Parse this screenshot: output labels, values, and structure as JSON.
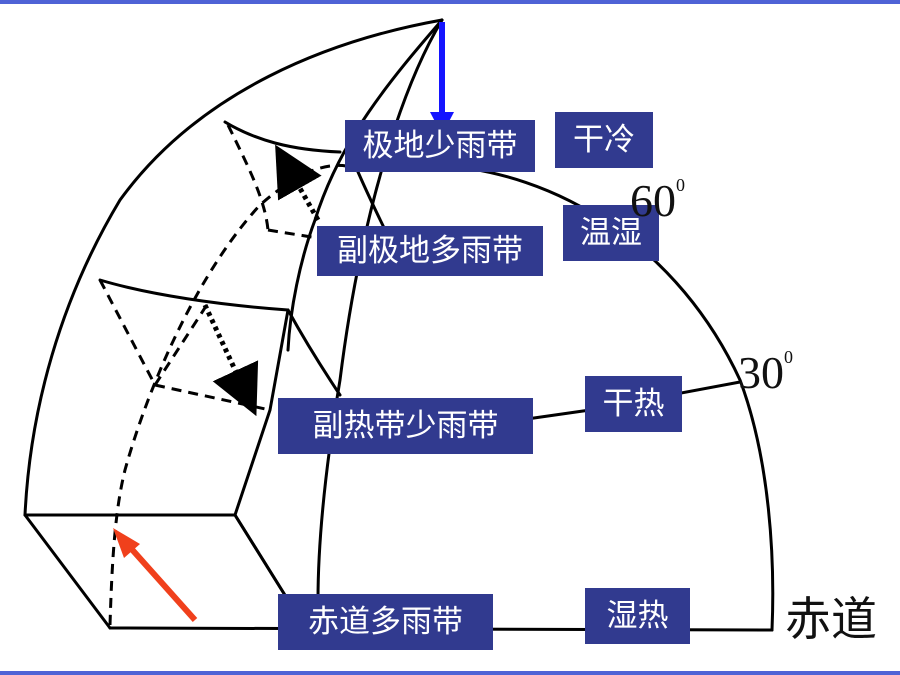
{
  "zones": [
    {
      "name": "极地少雨带",
      "climate": "干冷"
    },
    {
      "name": "副极地多雨带",
      "climate": "温湿"
    },
    {
      "name": "副热带少雨带",
      "climate": "干热"
    },
    {
      "name": "赤道多雨带",
      "climate": "湿热"
    }
  ],
  "latitudes": [
    "60",
    "30"
  ],
  "degree_mark": "0",
  "equator_label": "赤道",
  "colors": {
    "label_bg": "#313a8f",
    "label_text": "#ffffff",
    "line": "#000000",
    "arrow_polar": "#1414ff",
    "arrow_equator": "#f0401c",
    "slide_edge": "#4f63d6"
  }
}
